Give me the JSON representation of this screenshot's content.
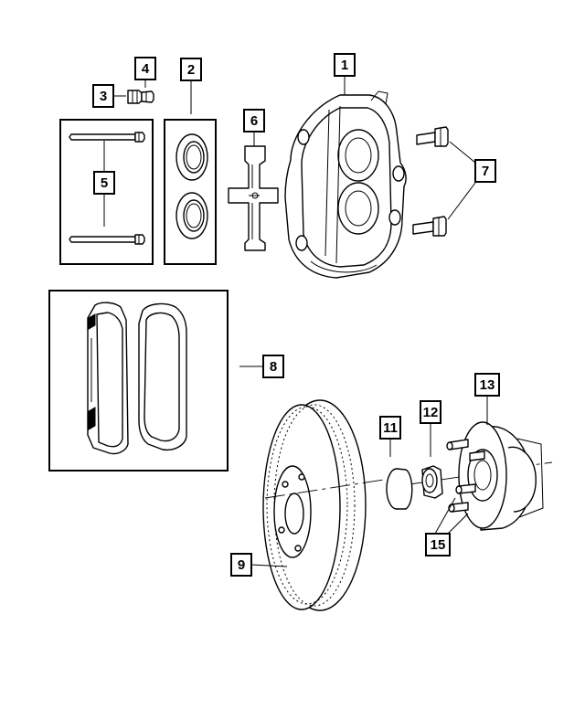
{
  "callouts": {
    "c1": "1",
    "c2": "2",
    "c3": "3",
    "c4": "4",
    "c5": "5",
    "c6": "6",
    "c7": "7",
    "c8": "8",
    "c9": "9",
    "c11": "11",
    "c12": "12",
    "c13": "13",
    "c15": "15"
  },
  "colors": {
    "line": "#000000",
    "background": "#ffffff"
  }
}
